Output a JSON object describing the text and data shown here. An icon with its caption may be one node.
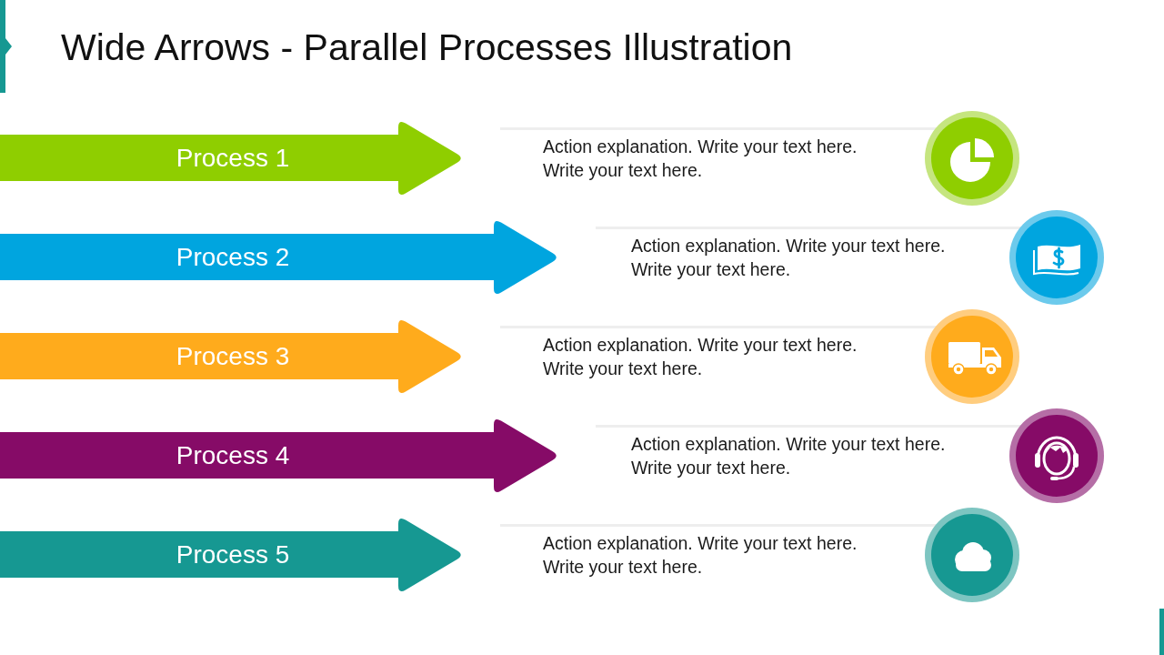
{
  "diagram": {
    "title": "Wide Arrows - Parallel Processes Illustration",
    "nodes": [
      {
        "text": [
          "Process 1"
        ]
      },
      {
        "text": [
          "Process 2"
        ]
      },
      {
        "text": [
          "Process 3"
        ]
      },
      {
        "text": [
          "Process 4"
        ]
      },
      {
        "text": [
          "Process 5"
        ]
      }
    ],
    "labels": [
      "Action explanation. Write your text here. Write your text here.",
      "Action explanation. Write your text here. Write your text here.",
      "Action explanation. Write your text here. Write your text here.",
      "Action explanation. Write your text here. Write your text here.",
      "Action explanation. Write your text here. Write your text here."
    ]
  }
}
